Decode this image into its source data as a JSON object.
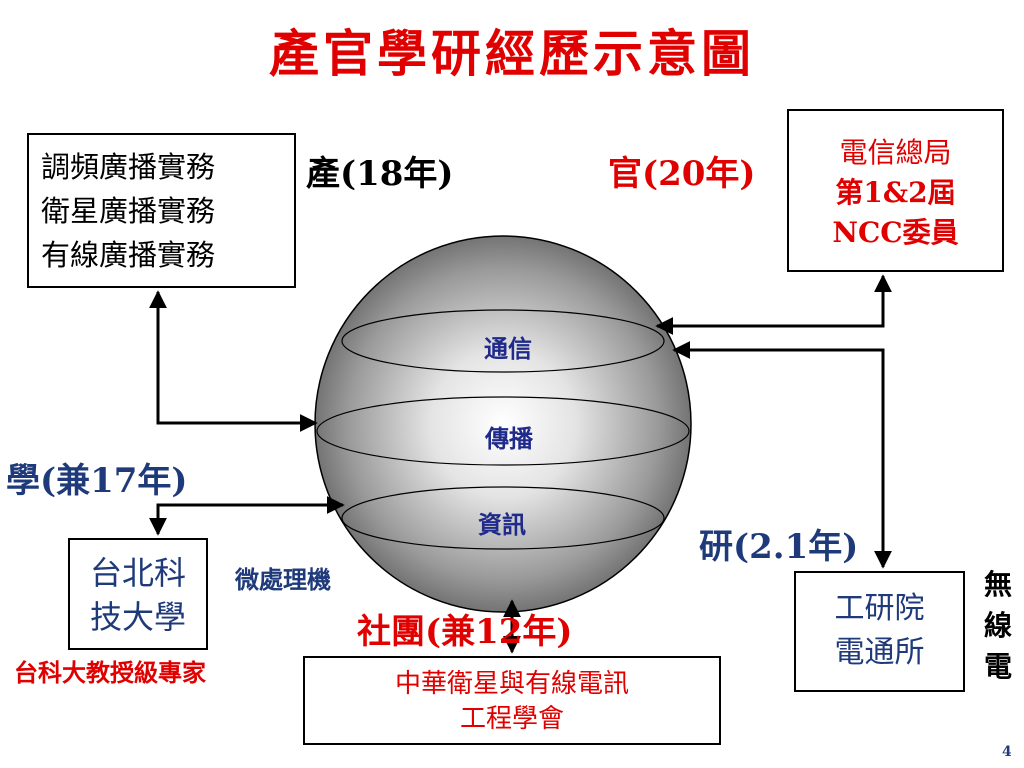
{
  "title": "產官學研經歷示意圖",
  "industry": {
    "label": "產(18年)",
    "lines": [
      "調頻廣播實務",
      "衛星廣播實務",
      "有線廣播實務"
    ]
  },
  "government": {
    "label": "官(20年)",
    "lines": [
      "電信總局",
      "第1&2屆",
      "NCC委員"
    ]
  },
  "academia": {
    "label": "學(兼17年)",
    "lines": [
      "台北科",
      "技大學"
    ],
    "note": "微處理機",
    "expert": "台科大教授級專家"
  },
  "research": {
    "label": "研(2.1年)",
    "lines": [
      "工研院",
      "電通所"
    ],
    "side_chars": [
      "無",
      "線",
      "電"
    ]
  },
  "society": {
    "label": "社團(兼12年)",
    "lines": [
      "中華衛星與有線電訊",
      "工程學會"
    ]
  },
  "sphere": {
    "bands": [
      "通信",
      "傳播",
      "資訊"
    ]
  },
  "page_number": "4",
  "colors": {
    "red": "#e00000",
    "navy": "#1f3a7a",
    "black": "#000000"
  }
}
